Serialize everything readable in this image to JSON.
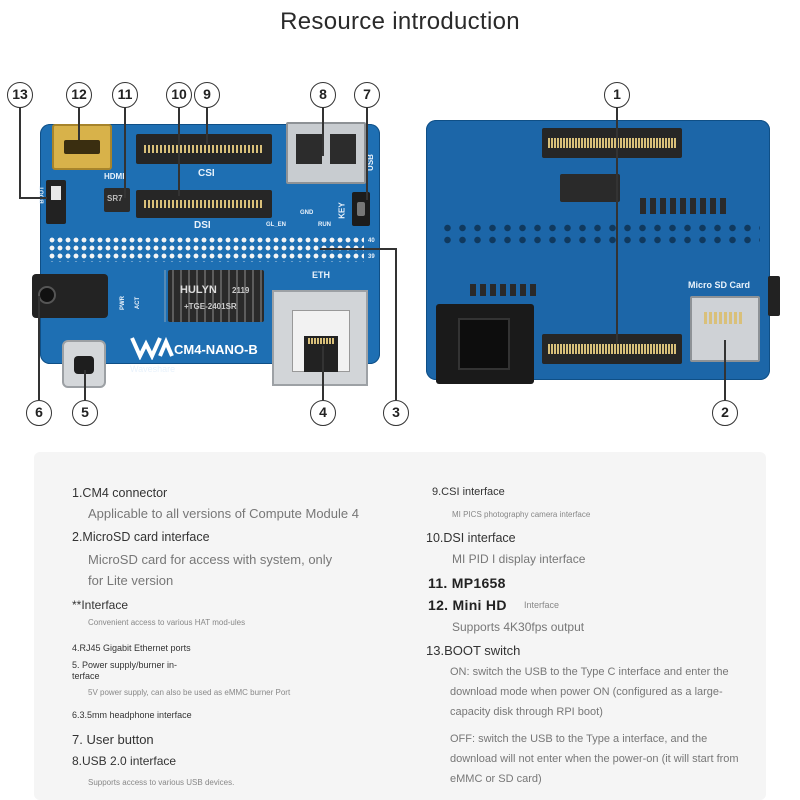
{
  "title": "Resource introduction",
  "callouts": [
    "1",
    "2",
    "3",
    "4",
    "5",
    "6",
    "7",
    "8",
    "9",
    "10",
    "11",
    "12",
    "13"
  ],
  "board_labels": {
    "hdmi": "HDMI",
    "csi": "CSI",
    "dsi": "DSI",
    "usb": "USB",
    "key": "KEY",
    "boot": "BOOT",
    "eth": "ETH",
    "pin40": "40",
    "pin39": "39",
    "gl_en": "GL_EN",
    "gnd": "GND",
    "run": "RUN",
    "pwr": "PWR",
    "act": "ACT",
    "chip_brand": "HULYN",
    "chip_num": "2119",
    "chip_model": "+TGE-2401SR",
    "ic": "SR7",
    "board_name": "CM4-NANO-B",
    "brand": "Waveshare",
    "micro_sd": "Micro SD Card"
  },
  "descriptions": {
    "left": [
      {
        "heading": "1.CM4 connector",
        "detail": "Applicable to all versions of Compute Module 4"
      },
      {
        "heading": "2.MicroSD card interface",
        "detail": "MicroSD card for access with system, only",
        "detail2": "for Lite version"
      },
      {
        "heading": "**Interface",
        "detail": "Convenient access to various HAT mod-ules"
      },
      {
        "heading": "4.RJ45 Gigabit Ethernet ports"
      },
      {
        "heading": "5. Power supply/burner in-terface",
        "detail": "5V power supply, can also be used as eMMC burner Port"
      },
      {
        "heading": "6.3.5mm headphone interface"
      },
      {
        "heading": "7. User button"
      },
      {
        "heading": "8.USB 2.0 interface",
        "detail": "Supports access to various USB devices."
      }
    ],
    "right": [
      {
        "heading": "9.CSI interface",
        "detail": "MI PICS photography camera interface"
      },
      {
        "heading": "10.DSI interface",
        "detail": "MI PID I display interface"
      },
      {
        "heading": "11. MP1658"
      },
      {
        "heading": "12. Mini HD",
        "suffix": "Interface",
        "detail": "Supports 4K30fps output"
      },
      {
        "heading": "13.BOOT switch",
        "on": "ON: switch the USB to the Type C interface and enter the download mode when power ON (configured as a large-capacity disk through RPI boot)",
        "off": "OFF: switch the USB to the Type a interface, and the download will not enter when the power-on (it will start from eMMC or SD card)"
      }
    ]
  },
  "colors": {
    "board": "#1e6fb3",
    "metal": "#cfd2d6",
    "connector": "#2a2a2a",
    "hdmi_gold": "#d8b24a"
  }
}
